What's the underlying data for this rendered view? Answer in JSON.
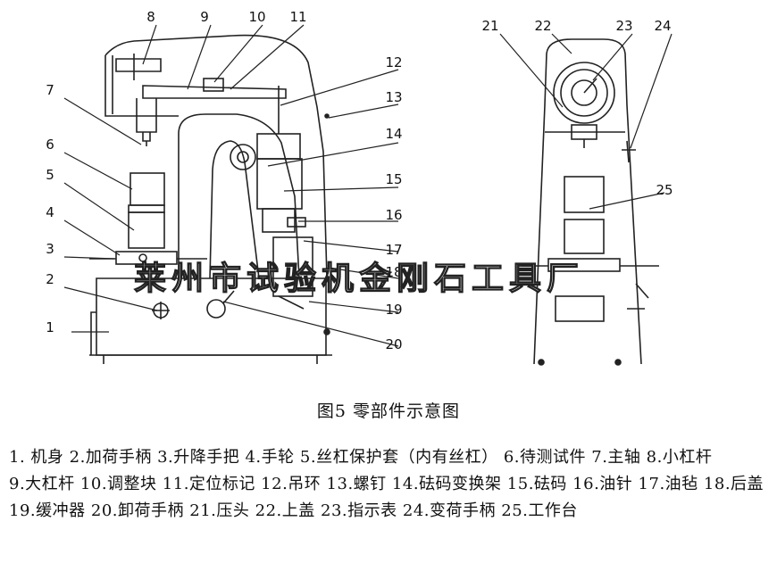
{
  "callouts_side": [
    "1",
    "2",
    "3",
    "4",
    "5",
    "6",
    "7",
    "8",
    "9",
    "10",
    "11",
    "12",
    "13",
    "14",
    "15",
    "16",
    "17",
    "18",
    "19",
    "20"
  ],
  "callouts_front": [
    "21",
    "22",
    "23",
    "24",
    "25"
  ],
  "watermark": "莱州市试验机金刚石工具厂",
  "caption": "图5  零部件示意图",
  "legend": [
    "1. 机身",
    "2.加荷手柄",
    "3.升降手把",
    "4.手轮",
    "5.丝杠保护套（内有丝杠）",
    "6.待测试件",
    "7.主轴",
    "8.小杠杆",
    "9.大杠杆",
    "10.调整块",
    "11.定位标记",
    "12.吊环",
    "13.螺钉",
    "14.砝码变换架",
    "15.砝码",
    "16.油针",
    "17.油毡",
    "18.后盖",
    "19.缓冲器",
    "20.卸荷手柄",
    "21.压头",
    "22.上盖",
    "23.指示表",
    "24.变荷手柄",
    "25.工作台"
  ]
}
